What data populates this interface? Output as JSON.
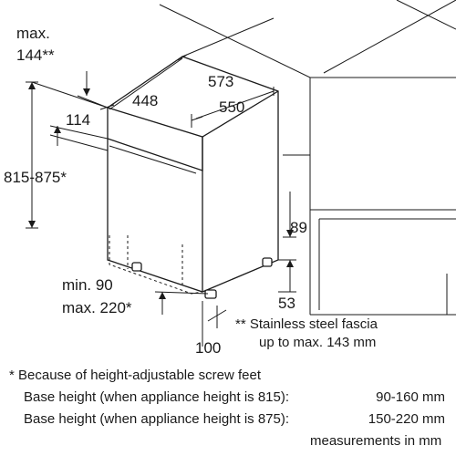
{
  "dimensions": {
    "max_label": "max.",
    "max_value": "144**",
    "d114": "114",
    "d448": "448",
    "d573": "573",
    "d550": "550",
    "height_range": "815-875*",
    "d89": "89",
    "d53": "53",
    "min_line": "min. 90",
    "max_line": "max. 220*",
    "d100": "100"
  },
  "fascia_note": {
    "line1": "** Stainless steel fascia",
    "line2": "up to max. 143 mm"
  },
  "footnote": {
    "line1": "* Because of height-adjustable screw feet",
    "rows": [
      {
        "label": "Base height (when appliance height is 815):",
        "value": "90-160 mm"
      },
      {
        "label": "Base height (when appliance height is 875):",
        "value": "150-220 mm"
      }
    ],
    "units": "measurements in mm"
  }
}
